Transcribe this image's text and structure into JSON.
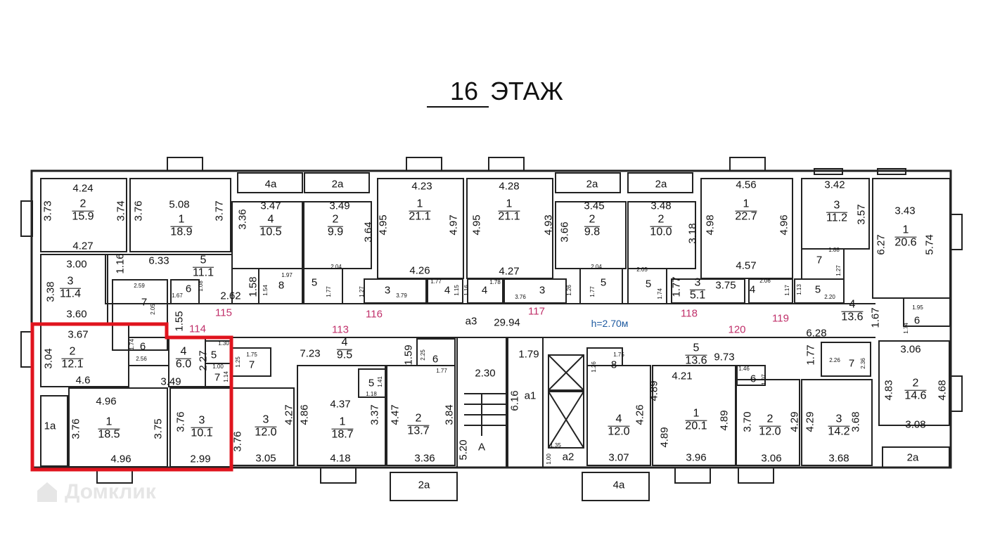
{
  "title": {
    "floor_number": "16",
    "floor_word": "ЭТАЖ"
  },
  "ceiling_height": "h=2.70м",
  "corridor": {
    "label": "а3",
    "area": "29.94"
  },
  "watermark": "Домклик",
  "colors": {
    "highlight": "#e0141e",
    "apartment_number": "#c0306a",
    "height_label": "#1e5aa0"
  },
  "apartment_numbers": [
    "115",
    "116",
    "117",
    "118",
    "119",
    "120",
    "114",
    "113"
  ],
  "rooms": [
    {
      "num": "2",
      "area": "15.9"
    },
    {
      "num": "1",
      "area": "18.9"
    },
    {
      "num": "4",
      "area": "10.5"
    },
    {
      "num": "2",
      "area": "9.9"
    },
    {
      "num": "1",
      "area": "21.1"
    },
    {
      "num": "1",
      "area": "21.1"
    },
    {
      "num": "2",
      "area": "9.8"
    },
    {
      "num": "2",
      "area": "10.0"
    },
    {
      "num": "1",
      "area": "22.7"
    },
    {
      "num": "3",
      "area": "11.2"
    },
    {
      "num": "1",
      "area": "20.6"
    },
    {
      "num": "3",
      "area": "11.4"
    },
    {
      "num": "5",
      "area": "11.1"
    },
    {
      "num": "3",
      "area": "5.1"
    },
    {
      "num": "4",
      "area": "13.6"
    },
    {
      "num": "2",
      "area": "12.1"
    },
    {
      "num": "4",
      "area": "6.0"
    },
    {
      "num": "4",
      "area": "9.5"
    },
    {
      "num": "5",
      "area": "13.6"
    },
    {
      "num": "1",
      "area": "18.5"
    },
    {
      "num": "3",
      "area": "10.1"
    },
    {
      "num": "3",
      "area": "12.0"
    },
    {
      "num": "1",
      "area": "18.7"
    },
    {
      "num": "2",
      "area": "13.7"
    },
    {
      "num": "4",
      "area": "12.0"
    },
    {
      "num": "1",
      "area": "20.1"
    },
    {
      "num": "2",
      "area": "12.0"
    },
    {
      "num": "3",
      "area": "14.2"
    },
    {
      "num": "2",
      "area": "14.6"
    }
  ],
  "room_numbers": [
    "8",
    "5",
    "3",
    "4",
    "4",
    "3",
    "5",
    "5",
    "4",
    "5",
    "7",
    "6",
    "7",
    "6",
    "5",
    "7",
    "7",
    "6",
    "5",
    "8",
    "6",
    "7",
    "6"
  ],
  "space_labels": [
    "4а",
    "2а",
    "2а",
    "2а",
    "1а",
    "2а",
    "4а",
    "2а",
    "А",
    "а1",
    "а2"
  ],
  "dimensions": [
    "4.24",
    "3.73",
    "3.74",
    "4.27",
    "3.76",
    "5.08",
    "3.77",
    "3.47",
    "3.36",
    "3.49",
    "3.64",
    "4.23",
    "4.95",
    "4.97",
    "4.26",
    "4.28",
    "4.95",
    "4.93",
    "4.27",
    "3.45",
    "3.66",
    "3.48",
    "3.18",
    "4.56",
    "4.98",
    "4.96",
    "4.57",
    "3.42",
    "3.57",
    "3.43",
    "6.27",
    "5.74",
    "3.00",
    "6.33",
    "1.16",
    "3.38",
    "3.60",
    "2.62",
    "1.58",
    "1.55",
    "3.75",
    "1.77",
    "1.67",
    "6.28",
    "3.67",
    "3.04",
    "4.6",
    "2.27",
    "3.49",
    "4.96",
    "3.76",
    "3.75",
    "4.96",
    "3.76",
    "2.99",
    "3.76",
    "3.05",
    "4.27",
    "7.23",
    "4.37",
    "4.86",
    "3.37",
    "4.18",
    "1.59",
    "4.47",
    "3.84",
    "3.36",
    "2.30",
    "6.16",
    "5.20",
    "1.79",
    "3.07",
    "4.26",
    "4.89",
    "9.73",
    "4.21",
    "1.77",
    "4.89",
    "4.89",
    "3.96",
    "3.70",
    "4.29",
    "3.06",
    "4.29",
    "3.68",
    "3.68",
    "3.06",
    "4.83",
    "4.68",
    "3.08"
  ],
  "small_dimensions": [
    "2.59",
    "2.05",
    "1.67",
    "1.08",
    "1.97",
    "1.54",
    "2.04",
    "1.77",
    "1.27",
    "3.79",
    "1.77",
    "1.15",
    "1.16",
    "1.78",
    "3.76",
    "1.26",
    "1.77",
    "2.04",
    "2.05",
    "1.74",
    "1.88",
    "1.27",
    "2.06",
    "1.17",
    "1.13",
    "2.20",
    "1.95",
    "1.74",
    "1.74",
    "2.56",
    "1.30",
    "1.00",
    "1.14",
    "1.75",
    "1.25",
    "2.25",
    "1.77",
    "1.41",
    "1.18",
    "1.26",
    "1.75",
    "1.46",
    "1.07",
    "2.26",
    "2.36",
    "1.35",
    "1.00"
  ]
}
